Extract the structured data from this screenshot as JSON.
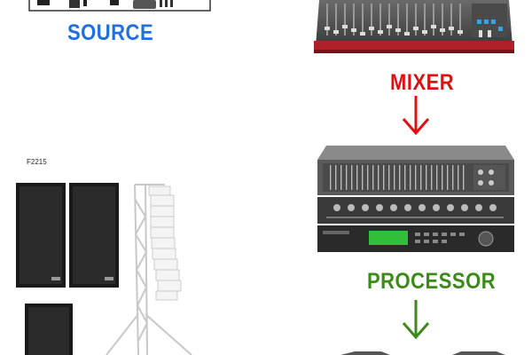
{
  "labels": {
    "source": "SOURCE",
    "mixer": "MIXER",
    "processor": "PROCESSOR",
    "speaker_model": "F2215"
  },
  "colors": {
    "source": "#1f6fe0",
    "mixer": "#e01010",
    "processor": "#3b8a1a",
    "mixer_body": "#b0202a",
    "rack": "#3a3a3a",
    "speaker": "#1a1a1a"
  }
}
